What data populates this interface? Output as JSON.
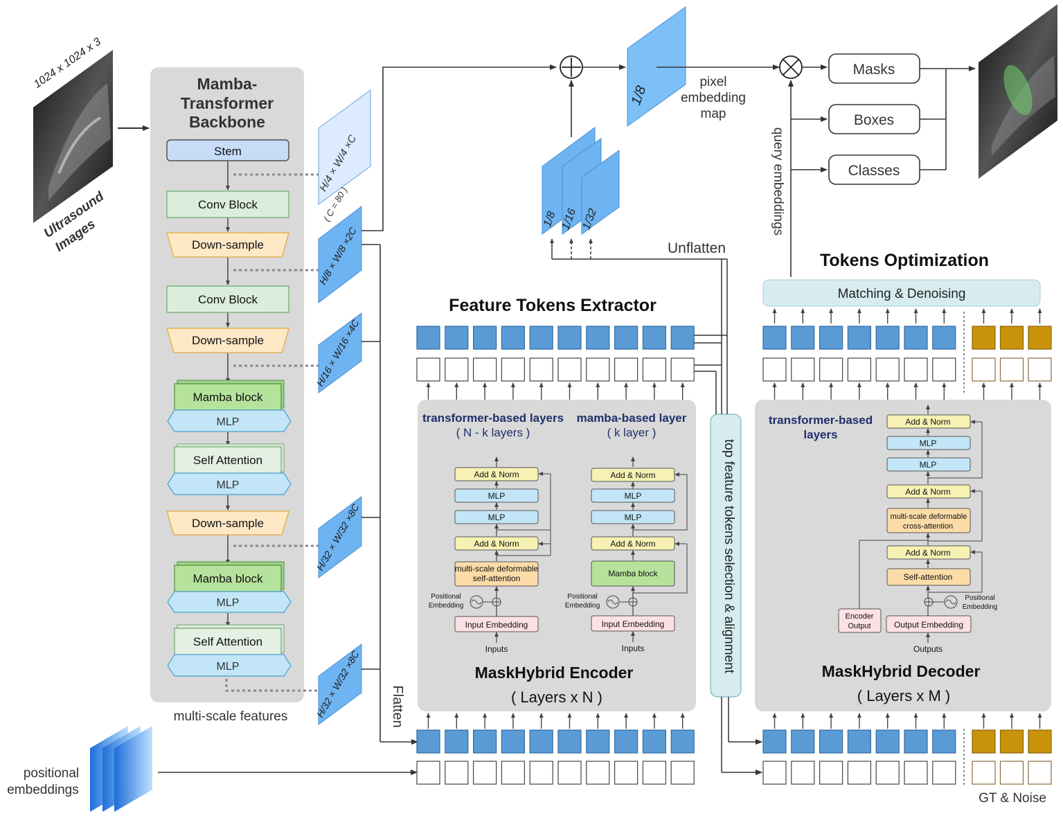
{
  "input": {
    "dims": "1024 x 1024 x 3",
    "label_1": "Ultrasound",
    "label_2": "Images"
  },
  "backbone": {
    "title_1": "Mamba-",
    "title_2": "Transformer",
    "title_3": "Backbone",
    "stem": "Stem",
    "conv_block": "Conv Block",
    "down_sample": "Down-sample",
    "mamba_block": "Mamba block",
    "mlp": "MLP",
    "self_attention": "Self Attention",
    "caption": "multi-scale features"
  },
  "feature_maps": {
    "f4": "H/4 × W/4 ×C",
    "c_note": "( C = 80 )",
    "f8": "H/8 × W/8 ×2C",
    "f16": "H/16 × W/16 ×4C",
    "f32a": "H/32 × W/32 ×8C",
    "f32b": "H/32 × W/32 ×8C"
  },
  "positional": {
    "label_1": "positional",
    "label_2": "embeddings"
  },
  "top_flow": {
    "scale_1_8": "1/8",
    "scale_1_16": "1/16",
    "scale_1_32": "1/32",
    "pixel_1": "pixel",
    "pixel_2": "embedding",
    "pixel_3": "map",
    "query_embeddings": "query embeddings",
    "unflatten": "Unflatten",
    "flatten": "Flatten"
  },
  "outputs": {
    "masks": "Masks",
    "boxes": "Boxes",
    "classes": "Classes"
  },
  "extractor": {
    "title": "Feature Tokens Extractor",
    "selection": "top feature tokens selection & alignment"
  },
  "encoder": {
    "title": "MaskHybrid Encoder",
    "subtitle": "( Layers x N )",
    "t_head_1": "transformer-based layers",
    "t_head_2": "( N - k layers )",
    "m_head_1": "mamba-based layer",
    "m_head_2": "( k layer )",
    "add_norm": "Add & Norm",
    "mlp": "MLP",
    "msda_1": "multi-scale deformable",
    "msda_2": "self-attention",
    "mamba_block": "Mamba block",
    "input_embedding": "Input Embedding",
    "inputs": "Inputs",
    "pos_1": "Positional",
    "pos_2": "Embedding"
  },
  "decoder": {
    "title": "MaskHybrid Decoder",
    "subtitle": "( Layers x M )",
    "head_1": "transformer-based",
    "head_2": "layers",
    "add_norm": "Add & Norm",
    "mlp": "MLP",
    "cross_1": "multi-scale deformable",
    "cross_2": "cross-attention",
    "self_attention": "Self-attention",
    "output_embedding": "Output Embedding",
    "outputs": "Outputs",
    "enc_out_1": "Encoder",
    "enc_out_2": "Output",
    "pos_1": "Positional",
    "pos_2": "Embedding"
  },
  "tokens_opt": {
    "title": "Tokens  Optimization",
    "matching": "Matching & Denoising",
    "gt_noise": "GT & Noise"
  },
  "colors": {
    "token_blue": "#5b9bd5",
    "token_gold": "#c9930c",
    "panel_gray": "#dcdcdc",
    "fmap_blue": "#6fb4f2",
    "title_navy": "#1f2f6b"
  }
}
